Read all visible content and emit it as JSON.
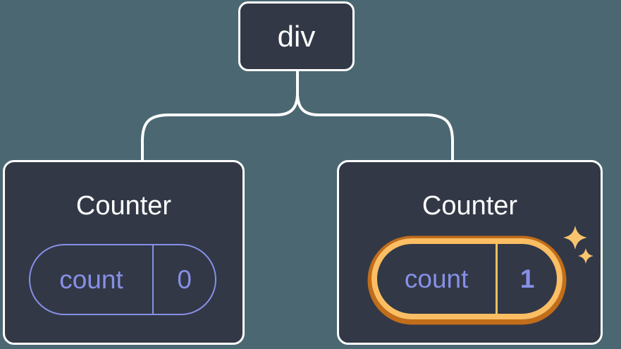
{
  "colors": {
    "bg": "#4b6872",
    "card": "#323846",
    "line": "#ffffff",
    "text": "#ffffff",
    "purple": "#8790e6",
    "orange-dark": "#c26d1a",
    "orange-light": "#fbbe63",
    "sparkle": "#f9c46f"
  },
  "tree": {
    "root": {
      "label": "div"
    },
    "children": [
      {
        "title": "Counter",
        "state_key": "count",
        "state_value": "0",
        "highlighted": false
      },
      {
        "title": "Counter",
        "state_key": "count",
        "state_value": "1",
        "highlighted": true
      }
    ]
  },
  "icons": {
    "sparkles_icon": "two four-point stars"
  }
}
